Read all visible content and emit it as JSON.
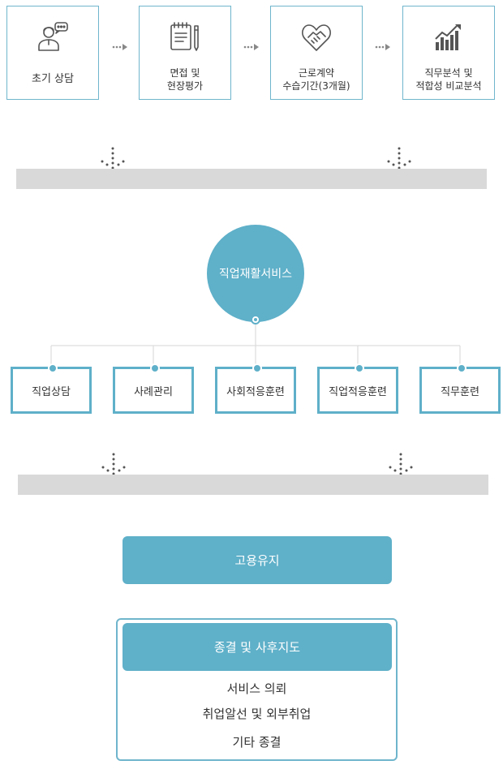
{
  "steps": [
    {
      "label": "초기 상담",
      "icon": "consultant-icon"
    },
    {
      "label": "면접 및\n현장평가",
      "icon": "notepad-pen-icon"
    },
    {
      "label": "근로계약\n수습기간(3개월)",
      "icon": "handshake-heart-icon"
    },
    {
      "label": "직무분석 및\n적합성 비교분석",
      "icon": "growth-chart-icon"
    }
  ],
  "center": {
    "label": "직업재활서비스"
  },
  "services": [
    "직업상담",
    "사례관리",
    "사회적응훈련",
    "직업적응훈련",
    "직무훈련"
  ],
  "retention": {
    "label": "고용유지"
  },
  "termination": {
    "title": "종결 및 사후지도",
    "items": [
      "서비스 의뢰",
      "취업알선 및 외부취업",
      "기타 종결"
    ]
  },
  "colors": {
    "accent": "#5fb0c9",
    "border": "#6fb5cc",
    "bar": "#d9d9d9",
    "text": "#333333"
  }
}
